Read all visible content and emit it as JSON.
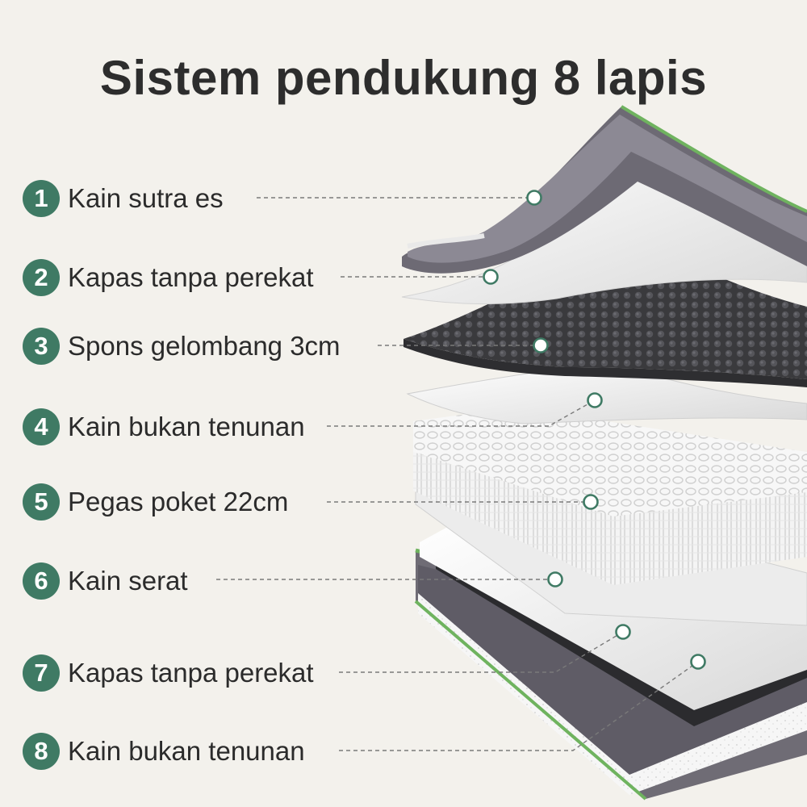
{
  "title": "Sistem pendukung 8 lapis",
  "colors": {
    "background": "#f3f1ec",
    "badge": "#3f7a64",
    "accent_green": "#6fb35f",
    "layer_gray": "#6e6b74",
    "foam_dark": "#3c3c3f"
  },
  "layers": [
    {
      "number": "1",
      "label": "Kain sutra es"
    },
    {
      "number": "2",
      "label": "Kapas tanpa perekat"
    },
    {
      "number": "3",
      "label": "Spons gelombang 3cm"
    },
    {
      "number": "4",
      "label": "Kain bukan tenunan"
    },
    {
      "number": "5",
      "label": "Pegas poket 22cm"
    },
    {
      "number": "6",
      "label": "Kain serat"
    },
    {
      "number": "7",
      "label": "Kapas tanpa perekat"
    },
    {
      "number": "8",
      "label": "Kain bukan tenunan"
    }
  ]
}
